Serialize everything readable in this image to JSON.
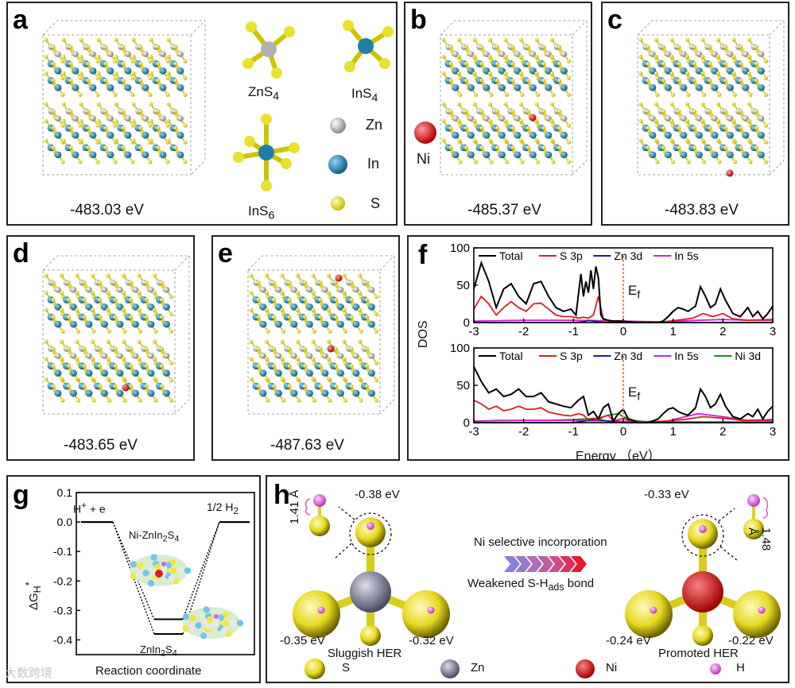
{
  "panels": {
    "a": {
      "label": "a",
      "energy": "-483.03 eV",
      "legend": {
        "ZnS4": "ZnS",
        "InS4": "InS",
        "InS6": "InS",
        "sub4": "4",
        "sub6": "6",
        "Zn": "Zn",
        "In": "In",
        "S": "S"
      }
    },
    "b": {
      "label": "b",
      "energy": "-485.37 eV",
      "dopant": "Ni"
    },
    "c": {
      "label": "c",
      "energy": "-483.83 eV"
    },
    "d": {
      "label": "d",
      "energy": "-483.65 eV"
    },
    "e": {
      "label": "e",
      "energy": "-487.63 eV"
    },
    "f": {
      "label": "f",
      "ylabel": "DOS",
      "xlabel": "Energy （eV）",
      "fermi": "E",
      "fermi_sub": "f"
    },
    "g": {
      "label": "g",
      "ylabel_prefix": "ΔG",
      "ylabel_sub": "H",
      "ylabel_sup": "*",
      "xlabel": "Reaction coordinate",
      "start_label": "H",
      "start_sup": "+",
      "start_rest": " + e",
      "end_label": "1/2 H",
      "end_sub": "2",
      "ni_label_pre": "Ni-ZnIn",
      "ni_label_sub1": "2",
      "ni_label_mid": "S",
      "ni_label_sub2": "4",
      "zn_label_pre": "ZnIn",
      "zn_label_sub1": "2",
      "zn_label_mid": "S",
      "zn_label_sub2": "4"
    },
    "h": {
      "label": "h",
      "left": {
        "top": "-0.38 eV",
        "bl": "-0.35 eV",
        "br": "-0.32 eV",
        "bond": "1.41 Å",
        "caption": "Sluggish HER"
      },
      "right": {
        "top": "-0.33 eV",
        "bl": "-0.24 eV",
        "br": "-0.22 eV",
        "bond": "1.48 Å",
        "caption": "Promoted HER"
      },
      "arrow_top": "Ni selective incorporation",
      "arrow_bottom_pre": "Weakened S-H",
      "arrow_bottom_sub": "ads",
      "arrow_bottom_post": " bond",
      "legend": {
        "S": "S",
        "Zn": "Zn",
        "Ni": "Ni",
        "H": "H"
      }
    }
  },
  "watermark": "大数跨境",
  "colors": {
    "S": "#e3d82a",
    "Zn": "#9a9aa2",
    "In": "#1f7fa6",
    "Ni": "#dd1a1a",
    "H": "#e860e0",
    "Total": "#000000",
    "S3p": "#d62020",
    "Zn3d": "#1a1aa8",
    "In5s": "#d020d0",
    "Ni3d": "#208a20"
  },
  "chart_data": [
    {
      "type": "line",
      "panel": "f-top",
      "xlim": [
        -3,
        3
      ],
      "ylim": [
        0,
        100
      ],
      "xticks": [
        "-3",
        "-2",
        "-1",
        "0",
        "1",
        "2",
        "3"
      ],
      "yticks": [
        "0",
        "50",
        "100"
      ],
      "legend": [
        "Total",
        "S 3p",
        "Zn 3d",
        "In 5s"
      ],
      "series": [
        {
          "name": "Total",
          "x": [
            -3,
            -2.85,
            -2.7,
            -2.55,
            -2.4,
            -2.25,
            -2.1,
            -1.95,
            -1.8,
            -1.65,
            -1.5,
            -1.35,
            -1.2,
            -1.05,
            -0.95,
            -0.85,
            -0.8,
            -0.75,
            -0.7,
            -0.65,
            -0.6,
            -0.55,
            -0.5,
            -0.45,
            -0.4,
            -0.3,
            -0.2,
            -0.1,
            0,
            0.1,
            0.3,
            0.5,
            0.7,
            0.8,
            0.9,
            1.0,
            1.1,
            1.2,
            1.3,
            1.45,
            1.55,
            1.65,
            1.75,
            1.85,
            1.95,
            2.05,
            2.2,
            2.35,
            2.5,
            2.6,
            2.7,
            2.8,
            2.9,
            3
          ],
          "y": [
            45,
            80,
            55,
            20,
            45,
            52,
            35,
            25,
            52,
            55,
            35,
            20,
            15,
            18,
            10,
            65,
            35,
            55,
            40,
            70,
            45,
            75,
            60,
            10,
            5,
            3,
            2,
            2,
            2,
            1,
            0,
            0,
            0,
            2,
            8,
            15,
            20,
            18,
            15,
            22,
            48,
            35,
            20,
            25,
            45,
            30,
            12,
            8,
            20,
            8,
            15,
            5,
            12,
            22
          ]
        },
        {
          "name": "S 3p",
          "x": [
            -3,
            -2.85,
            -2.7,
            -2.55,
            -2.4,
            -2.25,
            -2.1,
            -1.95,
            -1.8,
            -1.65,
            -1.5,
            -1.35,
            -1.2,
            -1.05,
            -0.9,
            -0.8,
            -0.7,
            -0.6,
            -0.5,
            -0.45,
            -0.4,
            -0.3,
            -0.1,
            0,
            0.8,
            1.2,
            1.4,
            1.6,
            1.8,
            2.0,
            2.2,
            2.5,
            3
          ],
          "y": [
            18,
            35,
            25,
            10,
            20,
            28,
            20,
            15,
            25,
            26,
            18,
            10,
            8,
            8,
            6,
            7,
            6,
            10,
            35,
            20,
            4,
            2,
            1,
            1,
            1,
            4,
            6,
            12,
            8,
            12,
            5,
            3,
            4
          ]
        },
        {
          "name": "Zn 3d",
          "x": [
            -3,
            -1,
            -0.8,
            -0.7,
            -0.6,
            -0.5,
            -0.3,
            3
          ],
          "y": [
            0,
            0,
            1,
            3,
            2,
            1,
            0,
            0
          ]
        },
        {
          "name": "In 5s",
          "x": [
            -3,
            -2,
            -1,
            0,
            0.8,
            1.5,
            2,
            2.5,
            3
          ],
          "y": [
            2,
            3,
            3,
            2,
            1,
            3,
            4,
            3,
            3
          ]
        }
      ]
    },
    {
      "type": "line",
      "panel": "f-bottom",
      "xlim": [
        -3,
        3
      ],
      "ylim": [
        0,
        100
      ],
      "xticks": [
        "-3",
        "-2",
        "-1",
        "0",
        "1",
        "2",
        "3"
      ],
      "yticks": [
        "0",
        "50",
        "100"
      ],
      "legend": [
        "Total",
        "S 3p",
        "Zn 3d",
        "In 5s",
        "Ni 3d"
      ],
      "series": [
        {
          "name": "Total",
          "x": [
            -3,
            -2.85,
            -2.7,
            -2.55,
            -2.4,
            -2.25,
            -2.1,
            -1.95,
            -1.8,
            -1.65,
            -1.5,
            -1.35,
            -1.2,
            -1.05,
            -0.9,
            -0.8,
            -0.7,
            -0.6,
            -0.5,
            -0.4,
            -0.3,
            -0.2,
            -0.1,
            0,
            0.1,
            0.2,
            0.3,
            0.5,
            0.7,
            0.8,
            0.9,
            1.0,
            1.1,
            1.2,
            1.3,
            1.45,
            1.55,
            1.65,
            1.75,
            1.85,
            1.95,
            2.05,
            2.2,
            2.35,
            2.5,
            2.6,
            2.7,
            2.8,
            2.9,
            3
          ],
          "y": [
            75,
            55,
            40,
            45,
            35,
            38,
            45,
            35,
            35,
            40,
            28,
            25,
            22,
            20,
            30,
            35,
            10,
            15,
            5,
            20,
            25,
            2,
            12,
            18,
            5,
            3,
            0,
            0,
            5,
            12,
            18,
            20,
            15,
            12,
            10,
            20,
            45,
            35,
            20,
            25,
            38,
            22,
            8,
            5,
            12,
            8,
            18,
            5,
            15,
            22
          ]
        },
        {
          "name": "S 3p",
          "x": [
            -3,
            -2.85,
            -2.7,
            -2.55,
            -2.4,
            -2.25,
            -2.1,
            -1.95,
            -1.8,
            -1.65,
            -1.5,
            -1.35,
            -1.2,
            -1.05,
            -0.9,
            -0.8,
            -0.7,
            -0.6,
            -0.5,
            -0.4,
            -0.3,
            -0.2,
            0,
            0.2,
            0.8,
            1.2,
            1.6,
            2.0,
            2.4,
            3
          ],
          "y": [
            30,
            25,
            18,
            22,
            16,
            18,
            22,
            18,
            18,
            20,
            14,
            12,
            10,
            9,
            12,
            10,
            4,
            6,
            3,
            8,
            10,
            2,
            6,
            1,
            2,
            4,
            8,
            6,
            3,
            4
          ]
        },
        {
          "name": "Zn 3d",
          "x": [
            -3,
            -1,
            -0.8,
            -0.6,
            -0.4,
            -0.2,
            0,
            3
          ],
          "y": [
            0,
            0,
            2,
            4,
            3,
            1,
            0,
            0
          ]
        },
        {
          "name": "In 5s",
          "x": [
            -3,
            -2,
            -1,
            0,
            0.8,
            1.5,
            2,
            2.5,
            3
          ],
          "y": [
            2,
            3,
            3,
            2,
            1,
            12,
            8,
            3,
            3
          ]
        },
        {
          "name": "Ni 3d",
          "x": [
            -3,
            -2.5,
            -2,
            -1.5,
            -1,
            -0.5,
            -0.3,
            -0.1,
            0,
            0.2,
            0.5,
            1,
            2,
            3
          ],
          "y": [
            2,
            3,
            3,
            3,
            4,
            6,
            10,
            12,
            8,
            3,
            1,
            1,
            1,
            1
          ]
        }
      ]
    },
    {
      "type": "line",
      "panel": "g",
      "ylim": [
        -0.45,
        0.1
      ],
      "yticks": [
        "0.1",
        "0.0",
        "-0.1",
        "-0.2",
        "-0.3",
        "-0.4"
      ],
      "series": [
        {
          "name": "Ni-ZnIn2S4",
          "levels": [
            0.0,
            -0.33,
            0.0
          ]
        },
        {
          "name": "ZnIn2S4",
          "levels": [
            0.0,
            -0.38,
            0.0
          ]
        }
      ]
    }
  ]
}
